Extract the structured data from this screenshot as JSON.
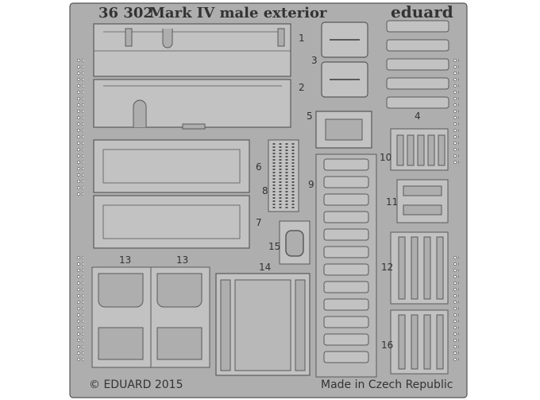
{
  "sheet": {
    "code": "36 302",
    "title": "Mark IV male exterior",
    "brand": "eduard",
    "copyright": "© EDUARD 2015",
    "origin": "Made in Czech Republic",
    "colors": {
      "fret": "#aeaeae",
      "part": "#c2c2c2",
      "edge": "#5a5a5a",
      "background": "#ffffff"
    }
  },
  "part_labels": {
    "p1": "1",
    "p2": "2",
    "p3": "3",
    "p4": "4",
    "p5": "5",
    "p6": "6",
    "p7": "7",
    "p8": "8",
    "p9": "9",
    "p10": "10",
    "p11": "11",
    "p12": "12",
    "p13a": "13",
    "p13b": "13",
    "p14": "14",
    "p15": "15",
    "p16": "16"
  }
}
